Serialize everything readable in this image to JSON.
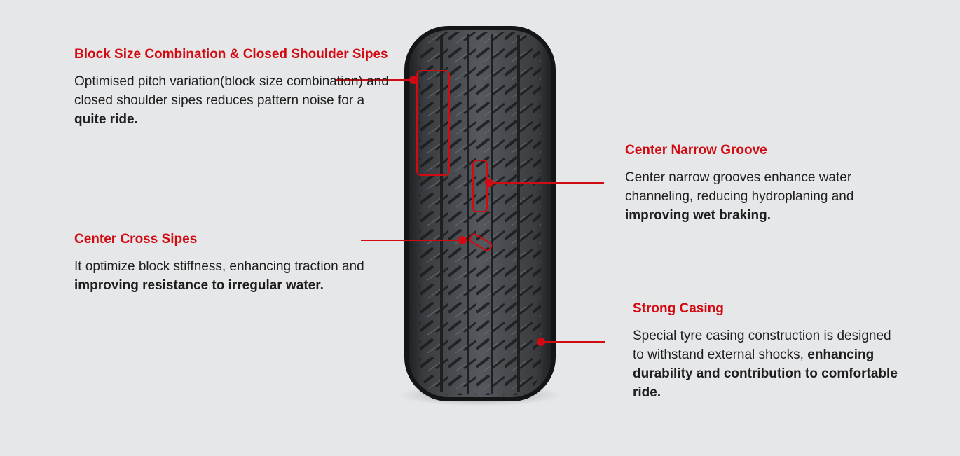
{
  "features": {
    "block": {
      "title": "Block Size Combination & Closed Shoulder Sipes",
      "text": "Optimised pitch variation(block size combination) and closed shoulder sipes reduces pattern noise for a ",
      "bold": "quite ride."
    },
    "cross": {
      "title": "Center Cross Sipes",
      "text": "It optimize block stiffness, enhancing traction and ",
      "bold": "improving resistance to irregular water."
    },
    "narrow": {
      "title": "Center Narrow Groove",
      "text": "Center narrow grooves enhance water channeling, reducing hydroplaning and ",
      "bold": "improving wet braking."
    },
    "casing": {
      "title": "Strong Casing",
      "text": "Special tyre casing construction is designed to withstand external shocks, ",
      "bold": "enhancing durability and contribution to comfortable ride."
    }
  },
  "colors": {
    "accent": "#d20a11",
    "background": "#e6e7e9",
    "text": "#1e1e1e",
    "tyre": "#2b2d30"
  },
  "image": {
    "subject": "tyre-front-view"
  }
}
